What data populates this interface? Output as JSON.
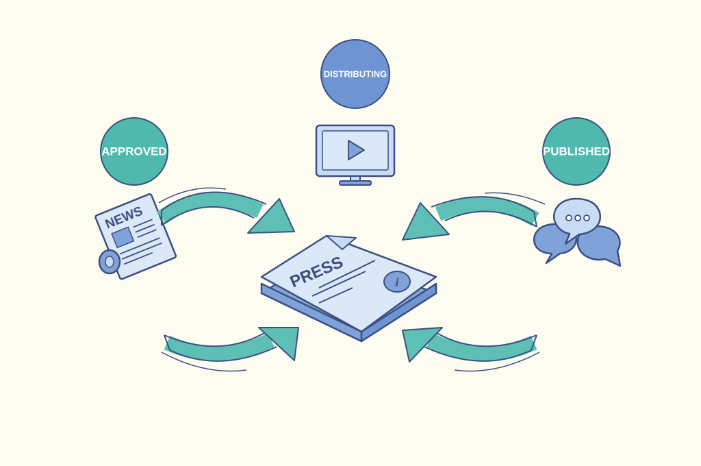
{
  "nodes": {
    "approved": {
      "label": "APPROVED",
      "color": "#4fb9ae"
    },
    "distributing": {
      "label": "DISTRIBUTING",
      "color": "#6f94d2"
    },
    "published": {
      "label": "PUBLISHED",
      "color": "#4fb9ae"
    }
  },
  "icons": {
    "newspaper": {
      "name": "newspaper-icon",
      "label": "NEWS"
    },
    "monitor": {
      "name": "monitor-play-icon"
    },
    "chat": {
      "name": "speech-bubbles-icon"
    },
    "press": {
      "name": "press-document-icon",
      "label": "PRESS"
    },
    "info": {
      "name": "info-icon",
      "label": "i"
    }
  },
  "colors": {
    "background": "#fcfcf0",
    "arrow_fill": "#5ec0b4",
    "outline": "#3d4f80",
    "icon_fill": "#c9dcf5",
    "icon_blue": "#7fa2d8"
  }
}
